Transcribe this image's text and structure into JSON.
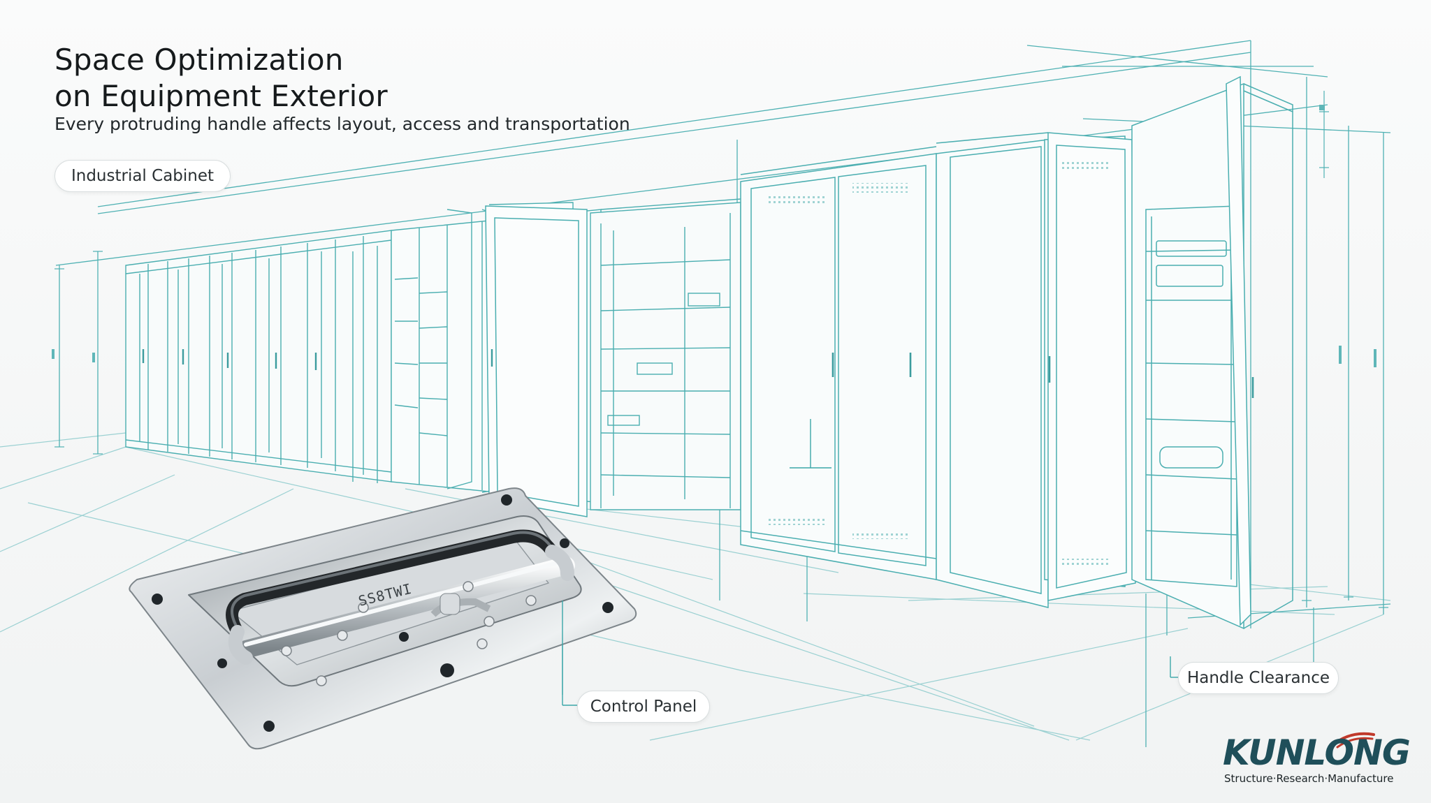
{
  "header": {
    "title_line1": "Space Optimization",
    "title_line2": "on Equipment Exterior",
    "subtitle": "Every protruding handle affects layout, access and transportation"
  },
  "labels": {
    "cabinet": "Industrial Cabinet",
    "control_panel": "Control Panel",
    "handle_clearance": "Handle Clearance"
  },
  "handle_engraving": "SS8TWI",
  "brand": {
    "name": "KUNLONG",
    "tagline": "Structure·Research·Manufacture"
  },
  "colors": {
    "line": "#3aa6a8",
    "line_light": "#8fd0d0",
    "title": "#161a1c",
    "brand": "#1f4f5a",
    "brand_accent": "#c0392b"
  }
}
